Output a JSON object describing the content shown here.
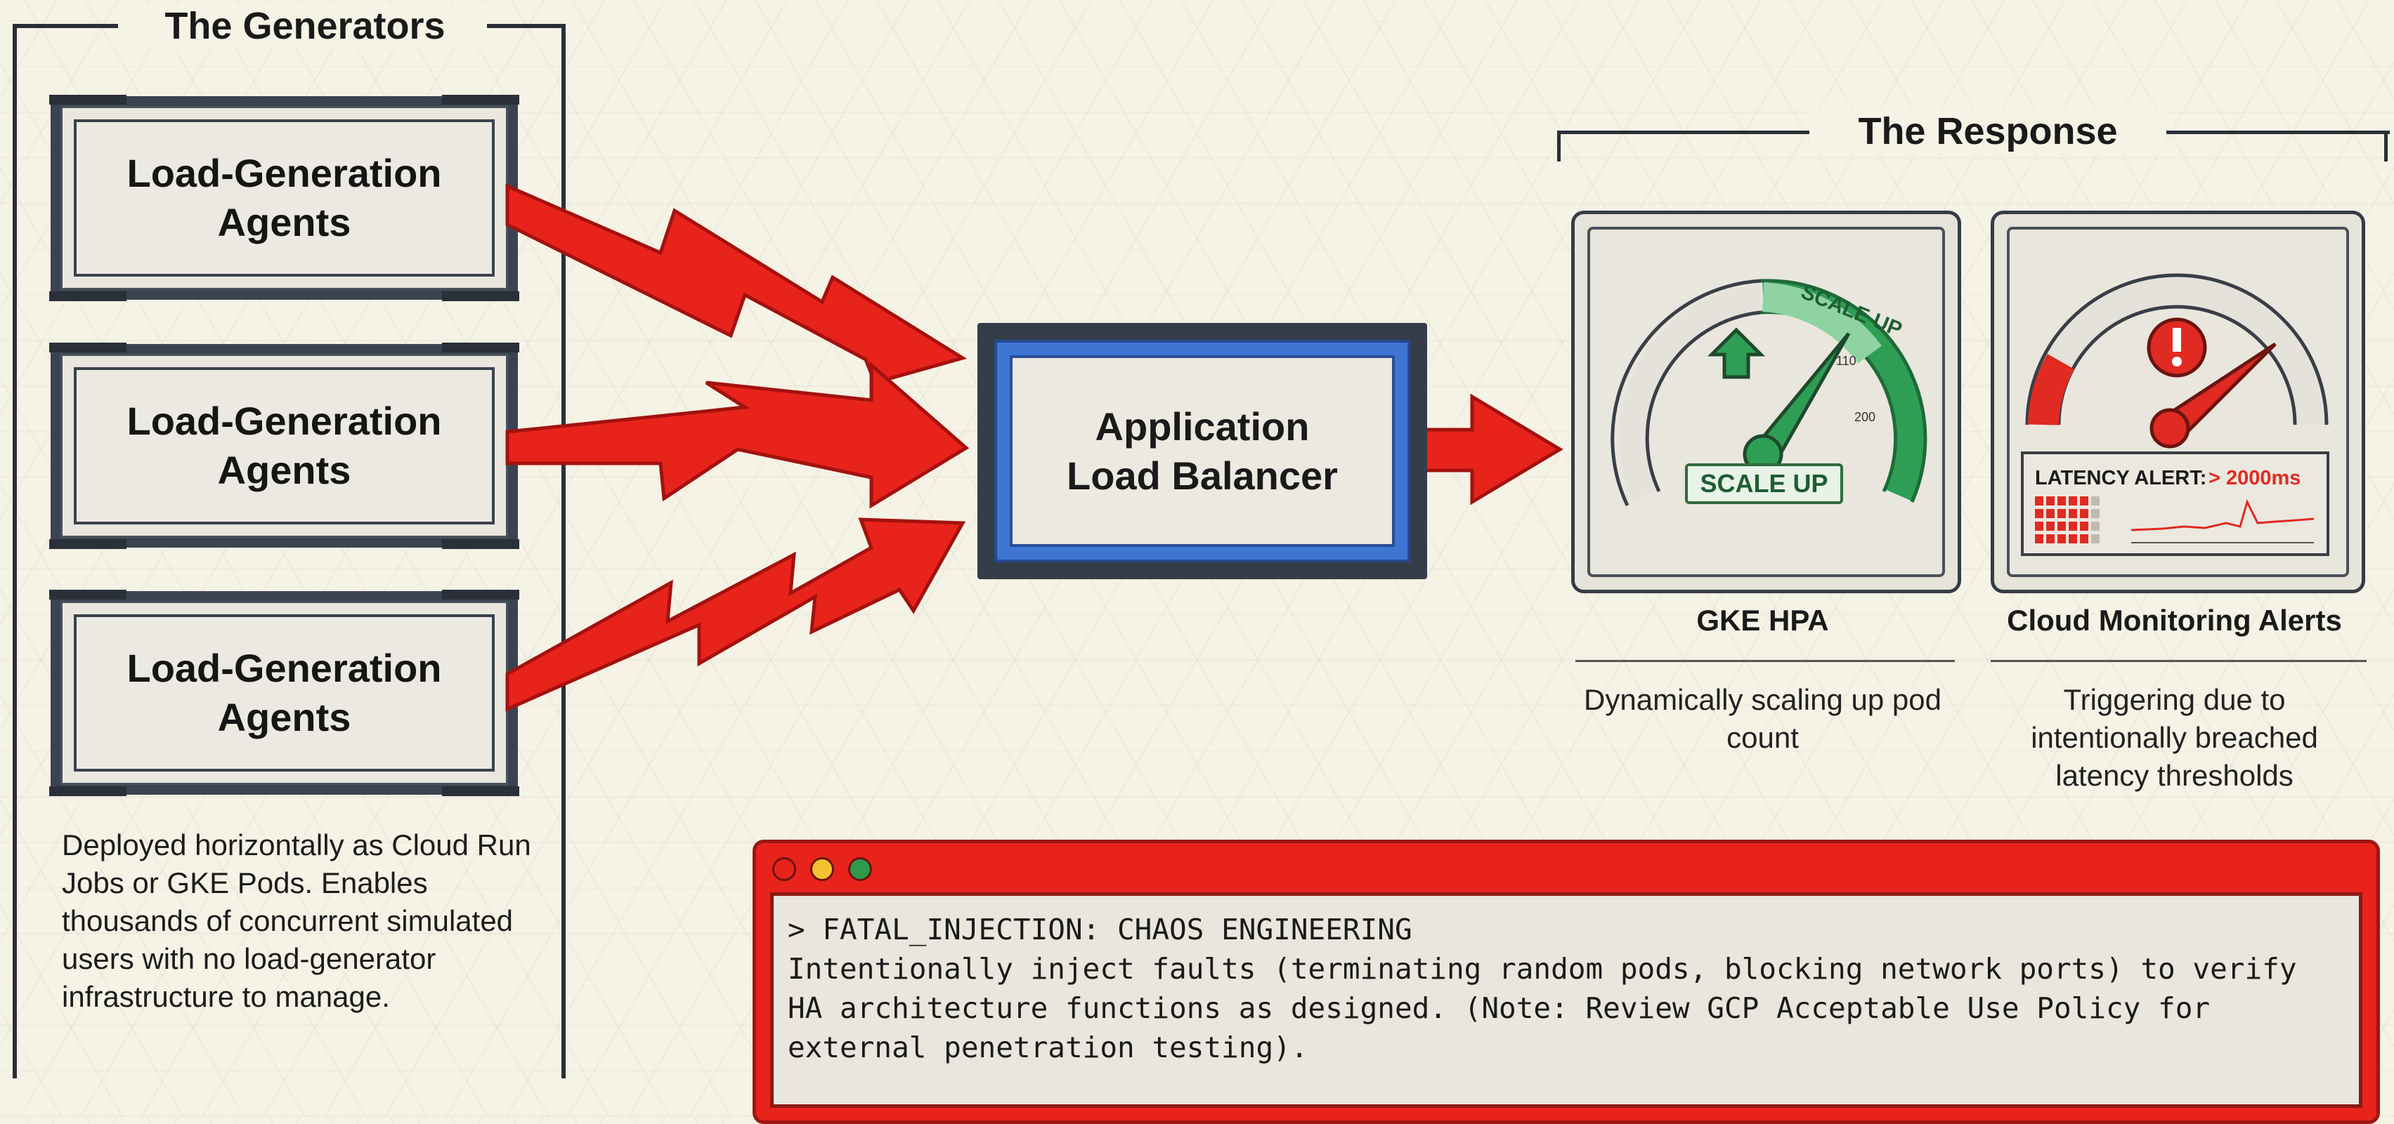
{
  "generators": {
    "title": "The Generators",
    "agents": [
      {
        "label_line1": "Load-Generation",
        "label_line2": "Agents"
      },
      {
        "label_line1": "Load-Generation",
        "label_line2": "Agents"
      },
      {
        "label_line1": "Load-Generation",
        "label_line2": "Agents"
      }
    ],
    "description": "Deployed horizontally as Cloud Run Jobs or GKE Pods. Enables thousands of concurrent simulated users with no load-generator infrastructure to manage."
  },
  "load_balancer": {
    "line1": "Application",
    "line2": "Load Balancer"
  },
  "response": {
    "title": "The Response",
    "hpa": {
      "arc_label": "SCALE UP",
      "tick_110": "110",
      "tick_200": "200",
      "badge": "SCALE UP",
      "label": "GKE HPA",
      "description": "Dynamically scaling up pod count"
    },
    "alerts": {
      "alert_prefix": "LATENCY ALERT:",
      "alert_value": "> 2000ms",
      "label": "Cloud Monitoring Alerts",
      "description": "Triggering due to intentionally breached latency thresholds"
    }
  },
  "terminal": {
    "command": "> FATAL_INJECTION: CHAOS ENGINEERING",
    "body": "Intentionally inject faults (terminating random pods, blocking network ports) to verify HA architecture functions as designed. (Note: Review GCP Acceptable Use Policy for external penetration testing)."
  },
  "colors": {
    "arrow_red": "#e8231c",
    "lb_blue": "#3f76d4",
    "scale_green": "#2e9e55",
    "alert_red": "#e02a22",
    "frame_dark": "#363c45",
    "background": "#f5f2e6"
  }
}
